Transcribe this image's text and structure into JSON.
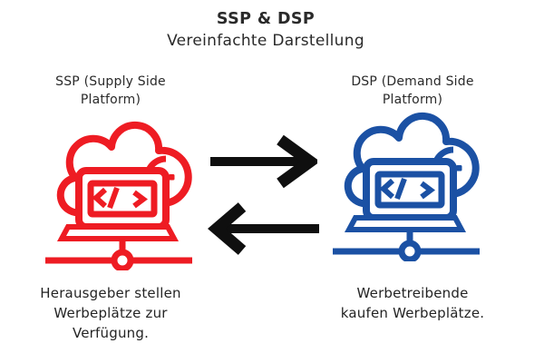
{
  "title": {
    "heading": "SSP & DSP",
    "subheading": "Vereinfachte Darstellung"
  },
  "colors": {
    "ssp": "#ee1c23",
    "dsp": "#1b51a4",
    "arrow": "#0f0f0f",
    "text": "#2a2a2a"
  },
  "ssp": {
    "label_lines": [
      "SSP (Supply Side",
      "Platform)"
    ],
    "caption_lines": [
      "Herausgeber stellen",
      "Werbeplätze zur",
      "Verfügung."
    ],
    "icon": "cloud-code-laptop-network-icon"
  },
  "dsp": {
    "label_lines": [
      "DSP (Demand Side",
      "Platform)"
    ],
    "caption_lines": [
      "Werbetreibende",
      "kaufen Werbeplätze."
    ],
    "icon": "cloud-code-laptop-network-icon"
  },
  "arrows": {
    "ssp_to_dsp": "right-arrow-icon",
    "dsp_to_ssp": "left-arrow-icon"
  }
}
